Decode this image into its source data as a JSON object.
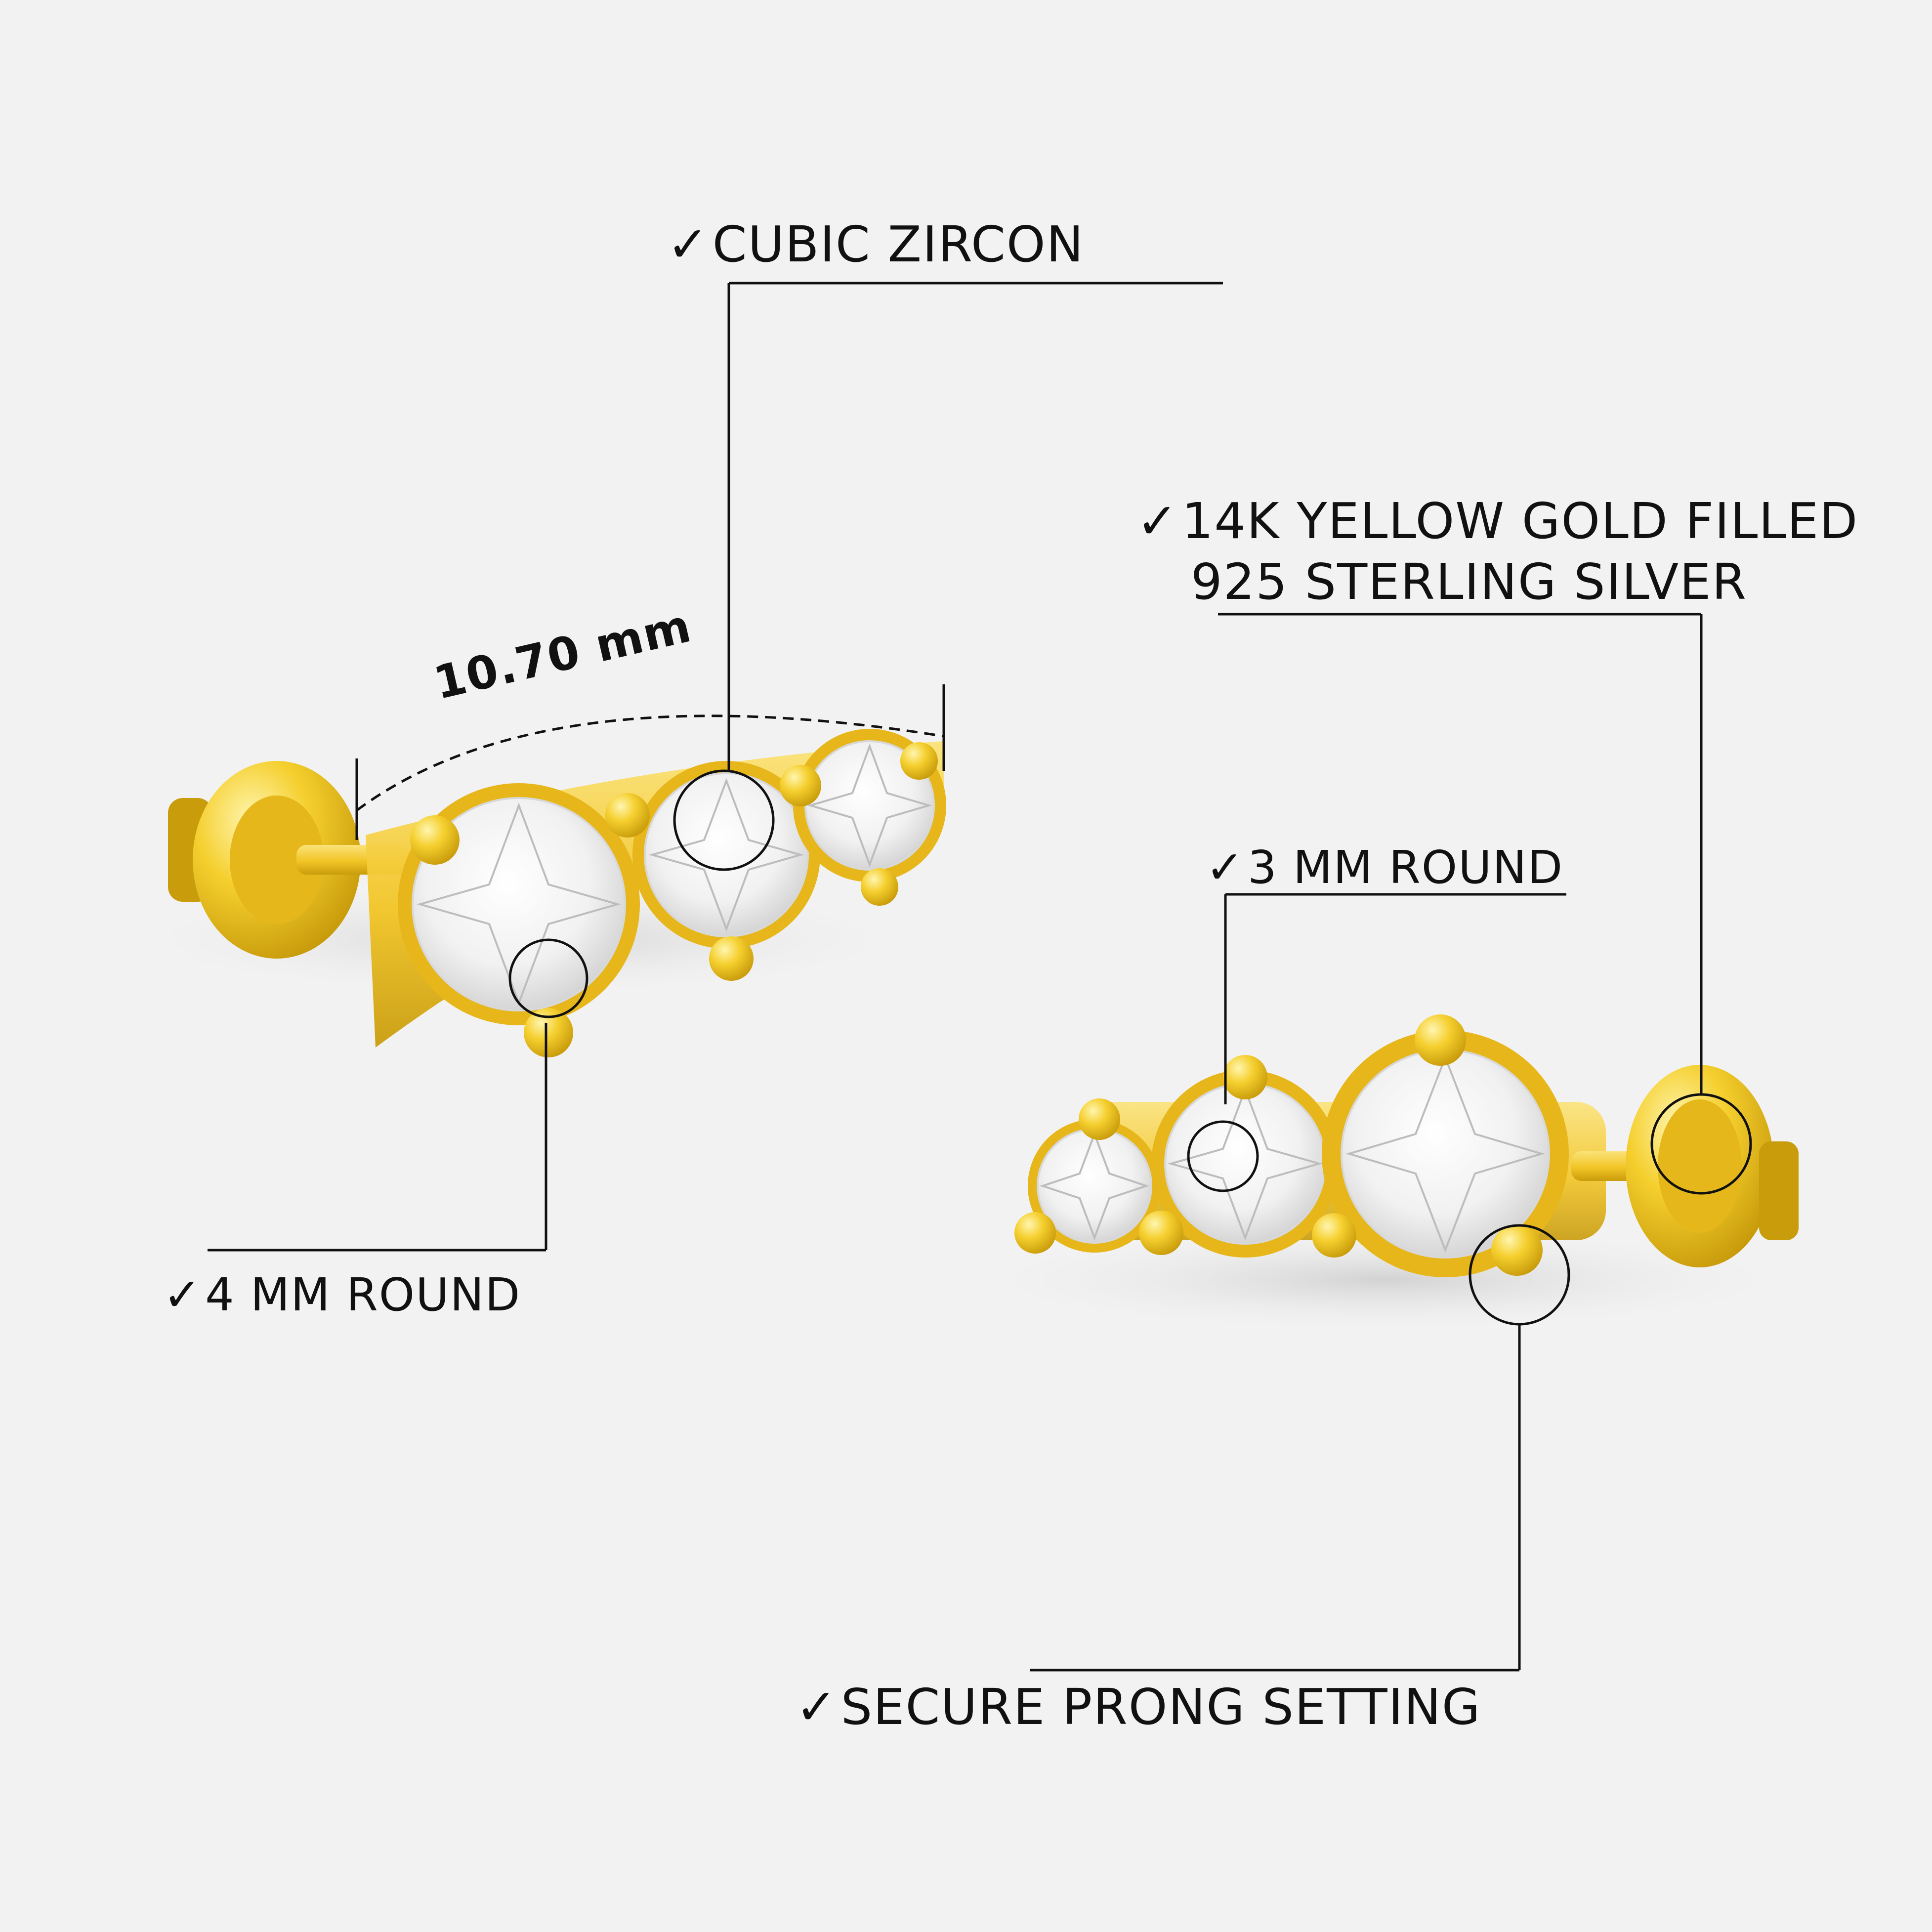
{
  "background": "#f2f2f2",
  "metal_color": "#f2c526",
  "stone_color": "#ffffff",
  "check_glyph": "✓",
  "dimension_label": "10.70 mm",
  "callouts": {
    "cubic_zircon": "CUBIC ZIRCON",
    "gold_filled_line1": "14K YELLOW GOLD FILLED",
    "gold_filled_line2": "925 STERLING SILVER",
    "three_mm": "3 MM ROUND",
    "four_mm": "4 MM ROUND",
    "secure_prong": "SECURE PRONG SETTING"
  }
}
